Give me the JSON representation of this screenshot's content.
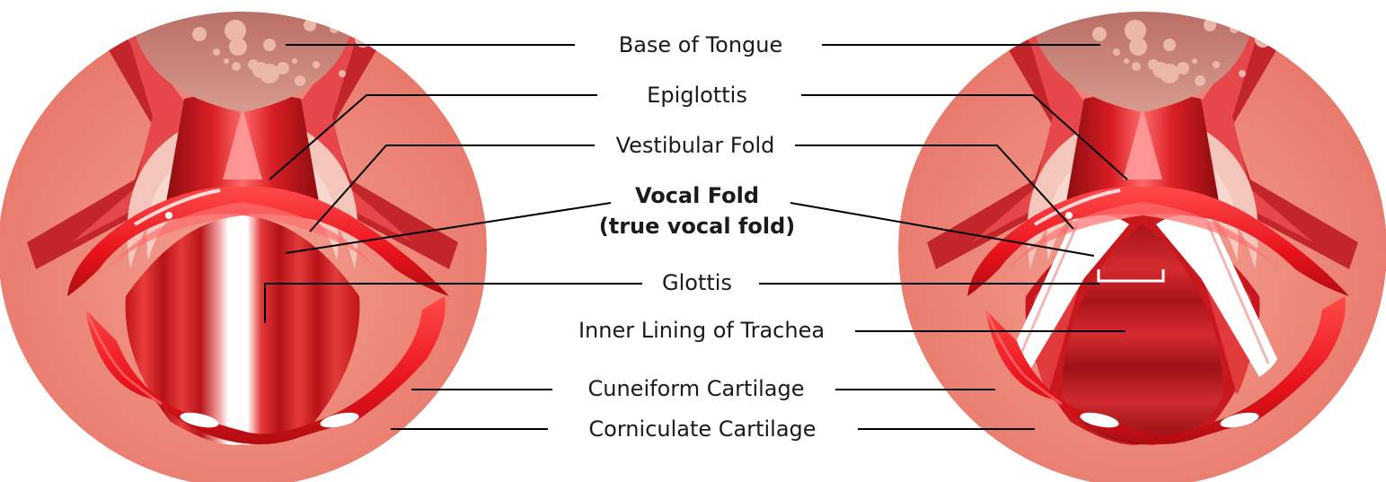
{
  "labels": {
    "base_of_tongue": "Base of Tongue",
    "epiglottis": "Epiglottis",
    "vestibular_fold": "Vestibular Fold",
    "vocal_fold": "Vocal Fold",
    "vocal_fold_sub": "(true vocal fold)",
    "glottis": "Glottis",
    "inner_lining": "Inner Lining of Trachea",
    "cuneiform": "Cuneiform Cartilage",
    "corniculate": "Corniculate Cartilage"
  },
  "colors": {
    "background_disc": "#ef8d7f",
    "tongue": "#c98378",
    "tissue_red": "#ee1c24",
    "dark_red": "#a10f12",
    "leader_line": "#000000"
  }
}
